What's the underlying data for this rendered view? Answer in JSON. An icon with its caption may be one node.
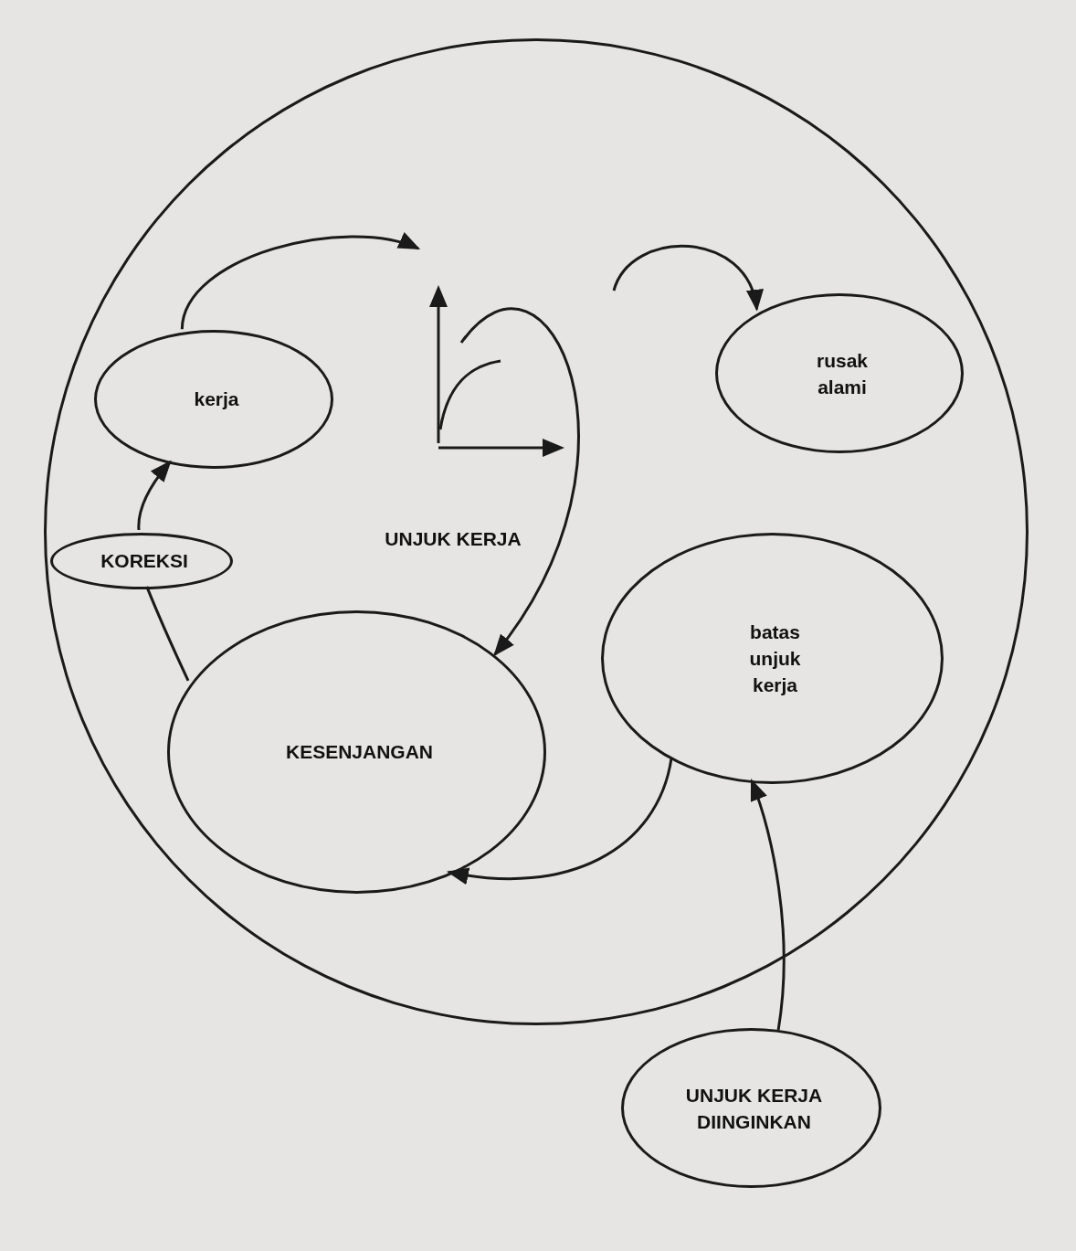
{
  "diagram": {
    "nodes": [
      {
        "text": [
          "UNJUK KERJA"
        ]
      },
      {
        "text": [
          "kerja"
        ],
        "in": 0
      },
      {
        "text": [
          "rusak alami"
        ],
        "in": 0
      },
      {
        "text": [
          "KOREKSI"
        ],
        "in": 0
      },
      {
        "text": [
          "batas unjuk kerja"
        ],
        "in": 0
      },
      {
        "text": [
          "KESENJANGAN"
        ],
        "in": 0
      },
      {
        "text": [
          "UNJUK KERJA DIINGINKAN"
        ]
      }
    ],
    "edges": [
      {
        "from": 1,
        "to": null,
        "arrow": "to"
      },
      {
        "from": null,
        "to": 2,
        "arrow": "to"
      },
      {
        "from": null,
        "to": 5,
        "arrow": "to"
      },
      {
        "from": 4,
        "to": 5,
        "arrow": "to"
      },
      {
        "from": 6,
        "to": 4,
        "arrow": "to"
      },
      {
        "from": 5,
        "to": 3,
        "arrow": "none"
      },
      {
        "from": 3,
        "to": 1,
        "arrow": "to"
      }
    ]
  }
}
